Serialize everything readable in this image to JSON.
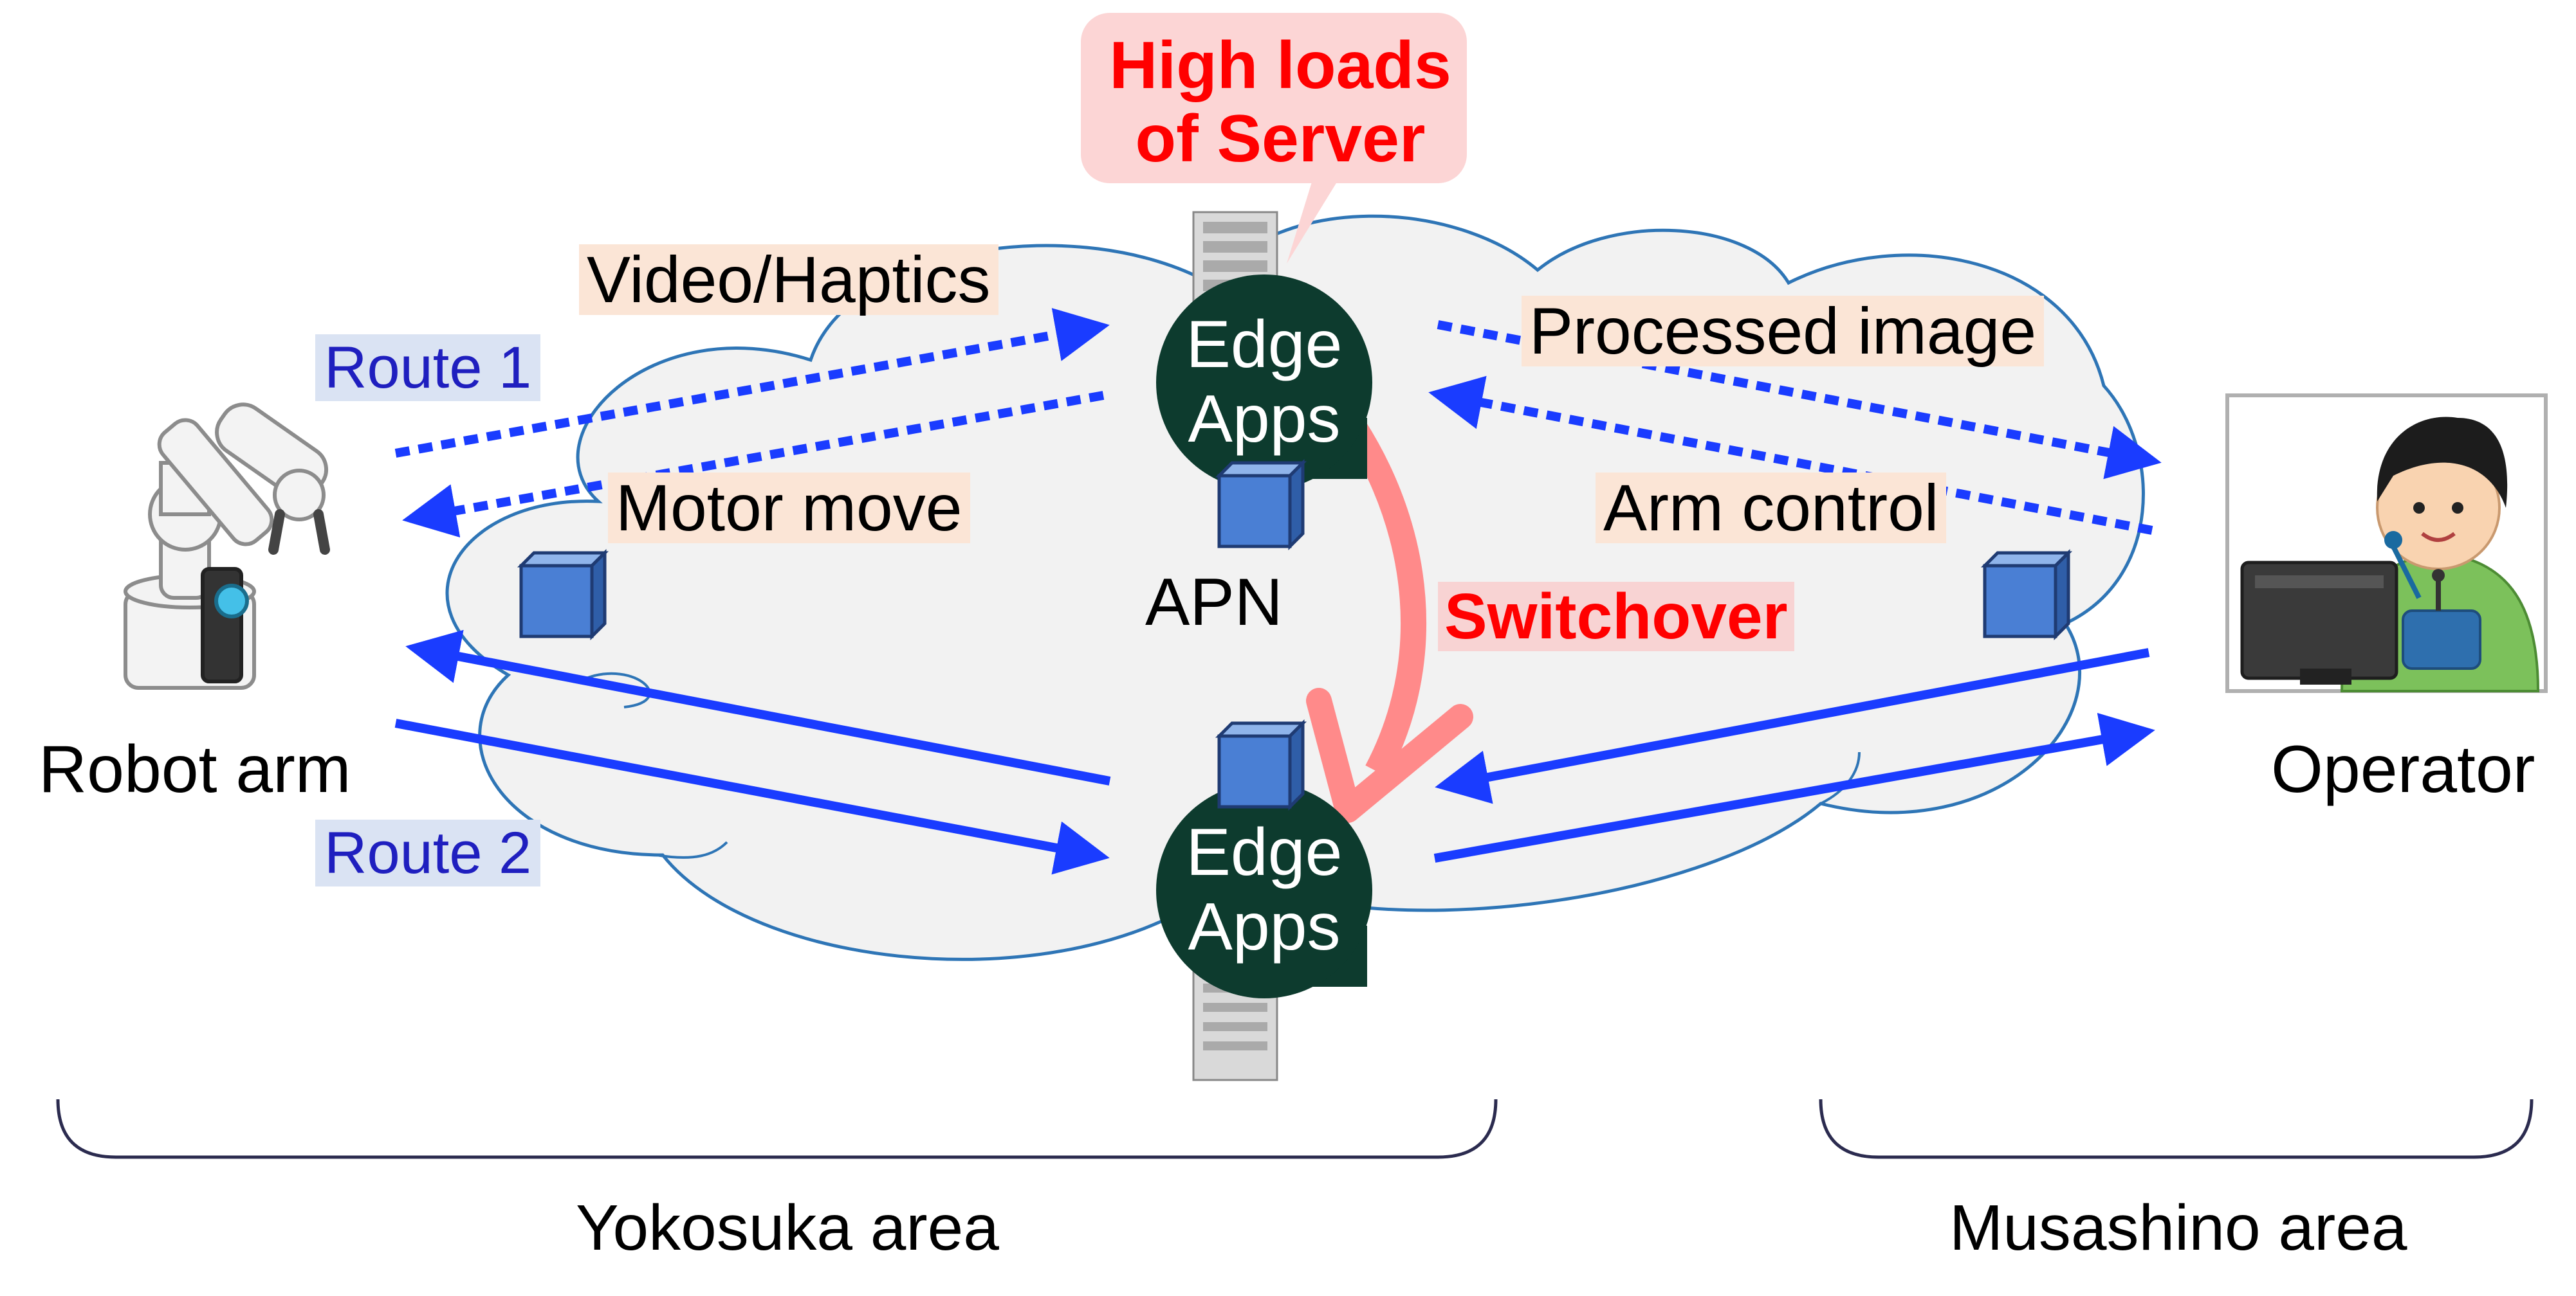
{
  "labels": {
    "video_haptics": "Video/Haptics",
    "motor_move": "Motor move",
    "processed_image": "Processed image",
    "arm_control": "Arm control",
    "route1": "Route 1",
    "route2": "Route 2",
    "robot_arm": "Robot arm",
    "operator": "Operator",
    "apn": "APN",
    "switchover": "Switchover",
    "high_loads": "High loads",
    "of_server": "of Server",
    "edge_top_line1": "Edge",
    "edge_top_line2": "Apps",
    "edge_bottom_line1": "Edge",
    "edge_bottom_line2": "Apps",
    "yokosuka": "Yokosuka area",
    "musashino": "Musashino area"
  },
  "icons": {
    "robot": "robot-arm-icon",
    "operator": "operator-icon",
    "server": "server-icon",
    "cube": "cube-icon"
  },
  "colors": {
    "arrow_blue": "#1a3cff",
    "edge_circle": "#0d3b2e",
    "cube_fill": "#4a7fd4",
    "cloud_fill": "#f2f2f2",
    "cloud_stroke": "#2e75b6",
    "switch_arrow": "#ff8a8a",
    "callout_fill": "#fcd5d5",
    "alert_text": "#ff0000"
  }
}
